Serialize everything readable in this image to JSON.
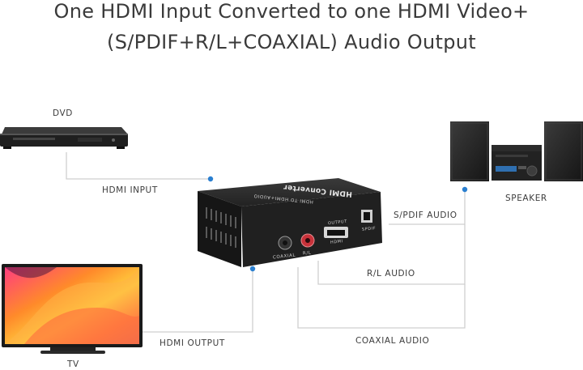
{
  "title": {
    "line1": "One HDMI Input Converted to one HDMI Video+",
    "line2": "(S/PDIF+R/L+COAXIAL) Audio Output"
  },
  "devices": {
    "dvd": "DVD",
    "tv": "TV",
    "speaker": "SPEAKER"
  },
  "connections": {
    "hdmi_input": "HDMI INPUT",
    "hdmi_output": "HDMI OUTPUT",
    "spdif_audio": "S/PDIF AUDIO",
    "rl_audio": "R/L AUDIO",
    "coaxial_audio": "COAXIAL AUDIO"
  },
  "converter": {
    "brand": "HDMI Converter",
    "subtitle": "HDMI TO HDMI+AUDIO",
    "port_coaxial": "COAXIAL",
    "port_rl": "R/L",
    "port_hdmi": "HDMI",
    "port_output": "OUTPUT",
    "port_spdif": "SPDIF"
  },
  "colors": {
    "line": "#cfcfcf",
    "dot": "#2a7fd0",
    "device_dark": "#1e1e1e"
  }
}
